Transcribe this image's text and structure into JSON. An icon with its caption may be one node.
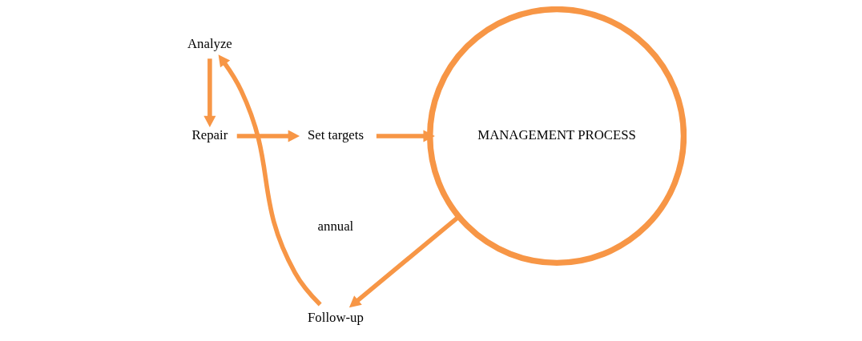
{
  "diagram": {
    "nodes": [
      {
        "text": [
          "Repair"
        ]
      },
      {
        "text": [
          "Set targets"
        ]
      },
      {
        "text": [
          "MANAGEMENT PROCESS"
        ]
      },
      {
        "text": [
          "Follow-up"
        ]
      },
      {
        "text": [
          "Analyze"
        ]
      }
    ],
    "edges": [
      {
        "from": 0,
        "to": 1,
        "arrow": "to"
      },
      {
        "from": 1,
        "to": 2,
        "arrow": "to"
      },
      {
        "from": 2,
        "to": 3,
        "arrow": "to"
      },
      {
        "from": 3,
        "to": 4,
        "arrow": "to"
      },
      {
        "from": 4,
        "to": 0,
        "arrow": "to"
      }
    ],
    "labels": [
      "annual"
    ]
  }
}
